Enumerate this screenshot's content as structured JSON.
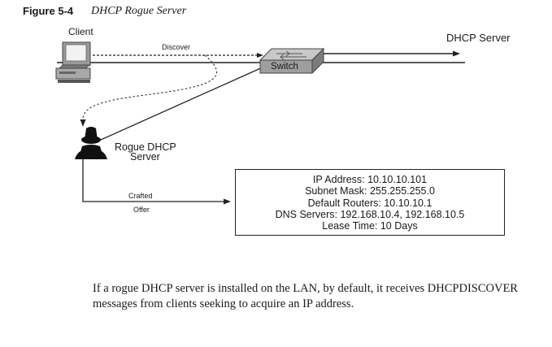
{
  "figure": {
    "label": "Figure 5-4",
    "title": "DHCP Rogue Server"
  },
  "nodes": {
    "client": "Client",
    "server": "DHCP Server",
    "switch": "Switch",
    "rogue_line1": "Rogue DHCP",
    "rogue_line2": "Server"
  },
  "messages": {
    "discover": "Discover",
    "crafted": "Crafted",
    "offer": "Offer"
  },
  "offer_details": [
    "IP Address: 10.10.10.101",
    "Subnet Mask: 255.255.255.0",
    "Default Routers: 10.10.10.1",
    "DNS Servers: 192.168.10.4, 192.168.10.5",
    "Lease Time: 10 Days"
  ],
  "caption": "If a rogue DHCP server is installed on the LAN, by default, it receives DHCPDISCOVER messages from clients seeking to acquire an IP address."
}
